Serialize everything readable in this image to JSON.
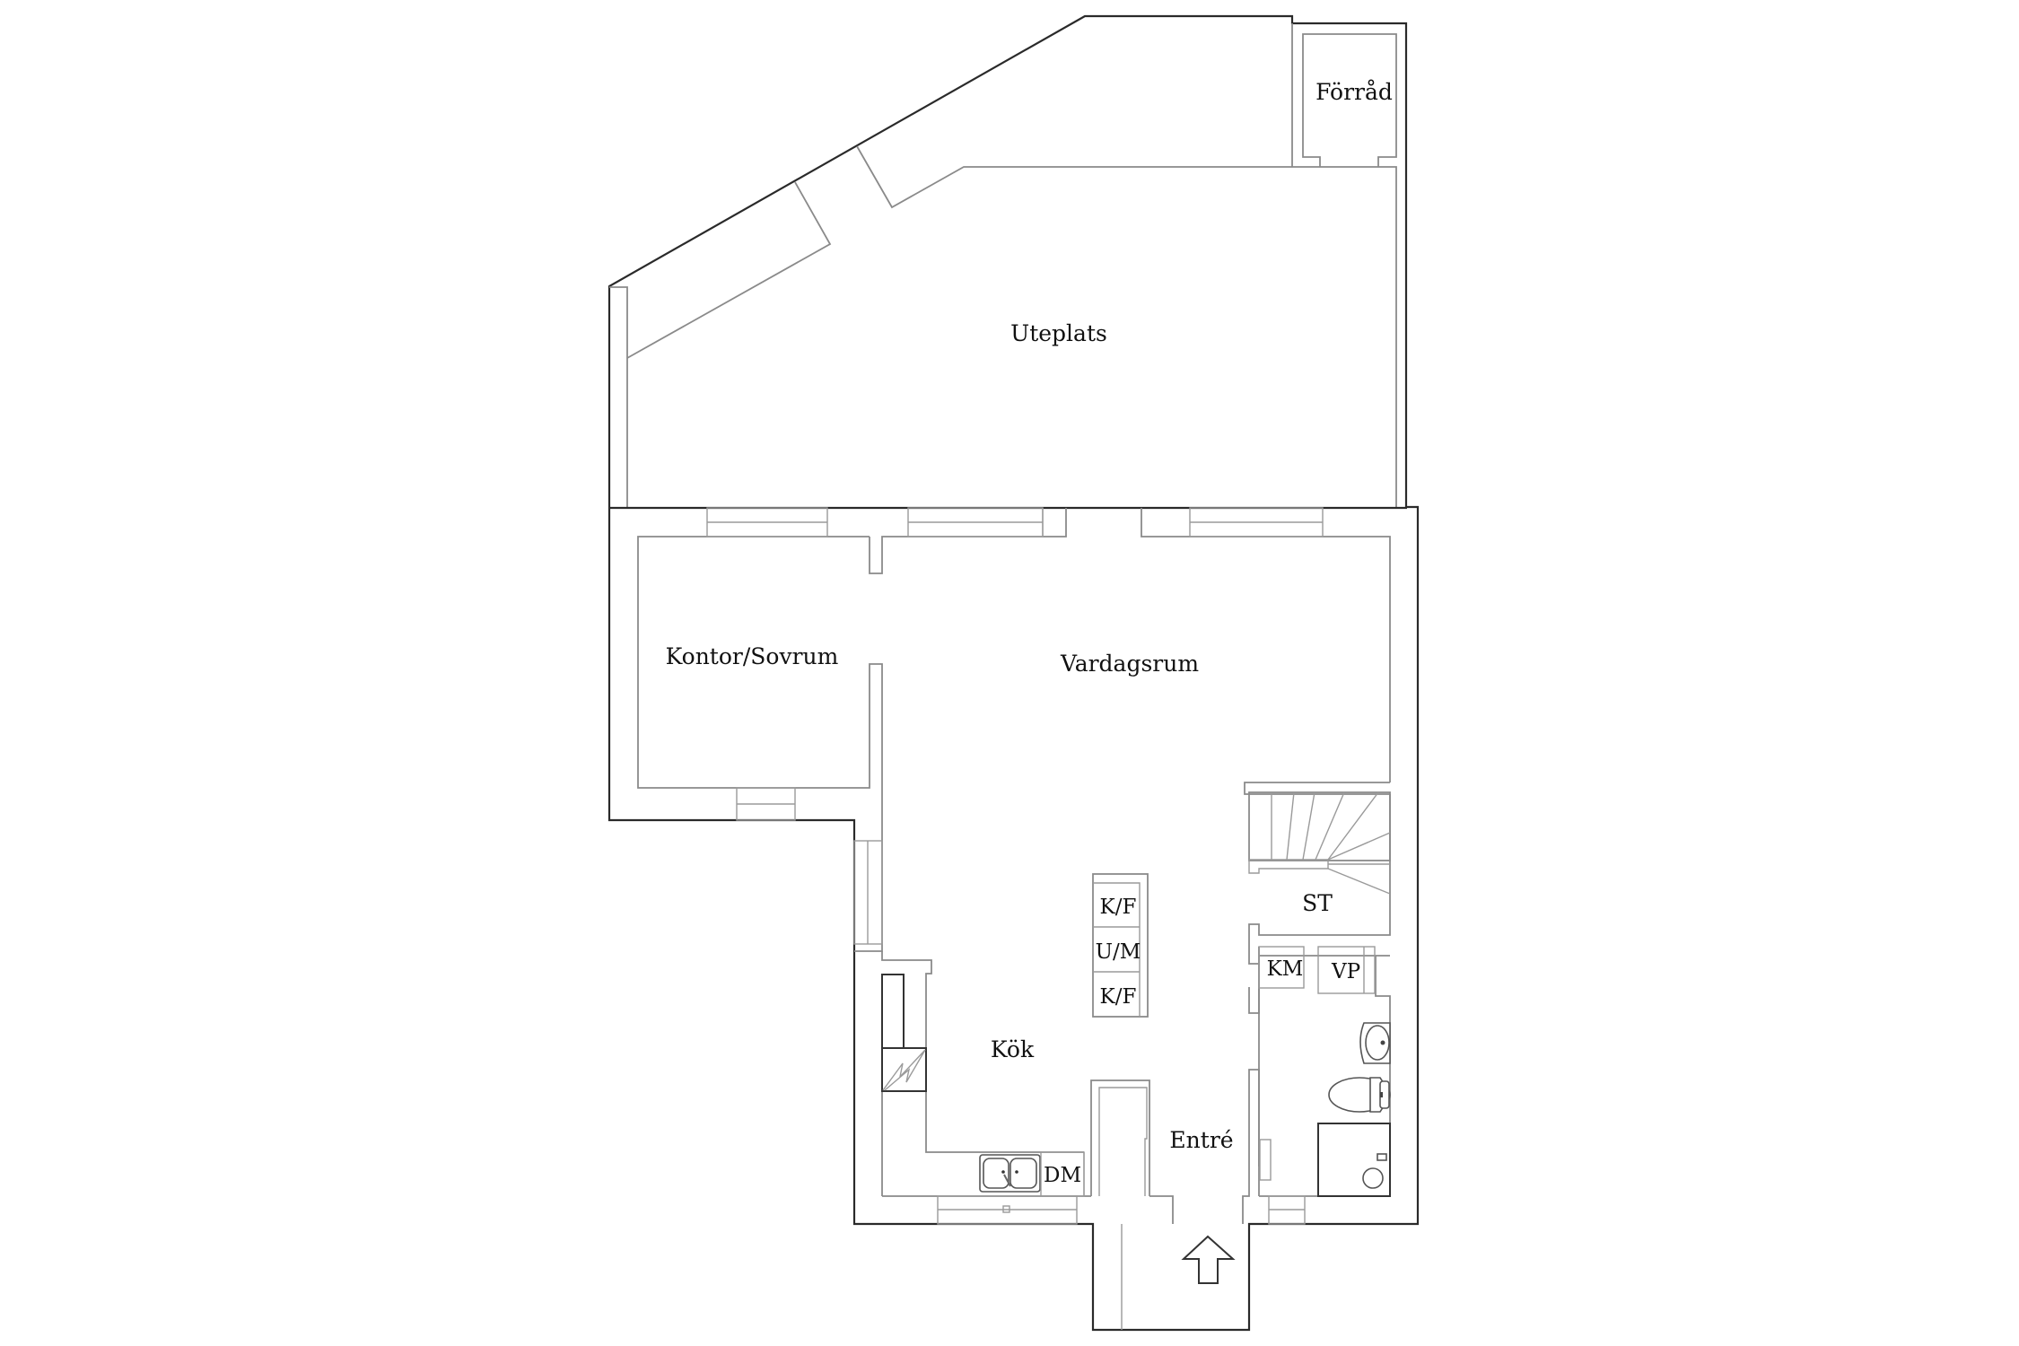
{
  "floorplan": {
    "rooms": [
      {
        "id": "uteplats",
        "label": "Uteplats"
      },
      {
        "id": "forrad",
        "label": "Förråd"
      },
      {
        "id": "kontor",
        "label": "Kontor/Sovrum"
      },
      {
        "id": "vardagsrum",
        "label": "Vardagsrum"
      },
      {
        "id": "kok",
        "label": "Kök"
      },
      {
        "id": "entre",
        "label": "Entré"
      },
      {
        "id": "trappa",
        "label": "ST"
      }
    ],
    "appliances": {
      "island_top": "K/F",
      "island_middle": "U/M",
      "island_bottom": "K/F",
      "dishwasher": "DM",
      "washing_machine": "KM",
      "water_heater": "VP"
    },
    "icons": {
      "entrance": "arrow-up-icon",
      "stove": "stove-icon",
      "sink": "double-sink-icon",
      "toilet": "toilet-icon",
      "washbasin": "washbasin-icon",
      "shower": "shower-icon",
      "stairs": "stairs-icon"
    },
    "colors": {
      "outer_wall": "#2a2a2a",
      "inner_wall": "#8a8a8a",
      "background": "#ffffff"
    }
  }
}
